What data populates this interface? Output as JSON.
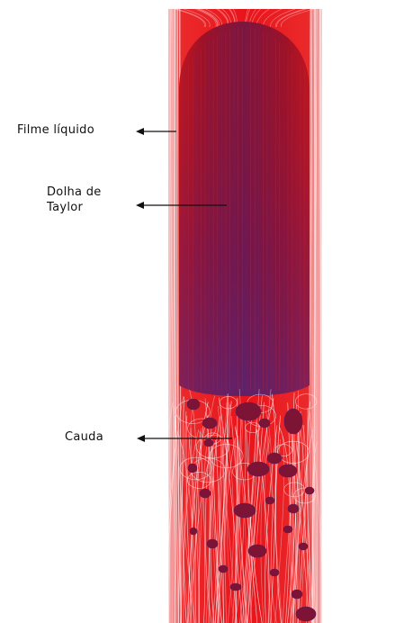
{
  "labels": {
    "film": "Filme líquido",
    "bubble_line1": "Dolha de",
    "bubble_line2": "Taylor",
    "wake": "Cauda"
  },
  "colors": {
    "liquid": "#e8141a",
    "liquid_dark": "#b80f1c",
    "bubble": "#8e1430",
    "bubble_core": "#5a1a6a",
    "streamline": "#ffffff",
    "arrow": "#111111"
  }
}
